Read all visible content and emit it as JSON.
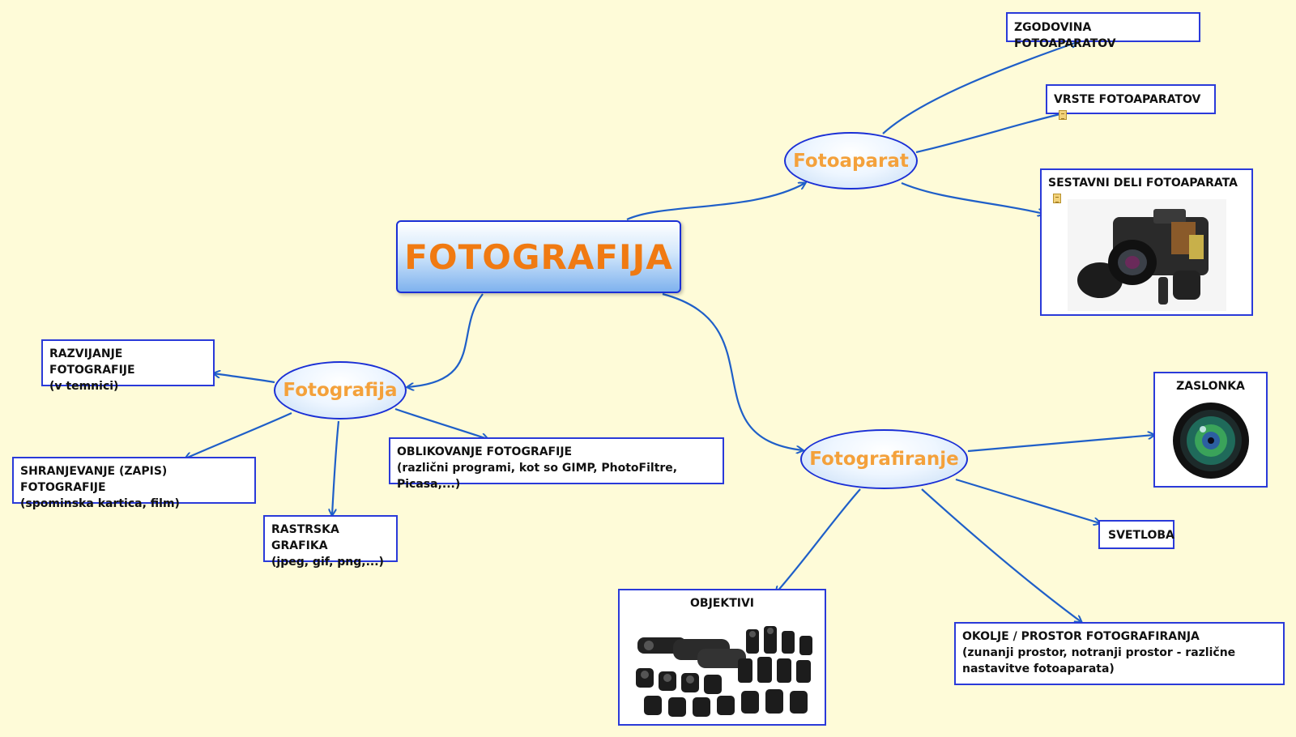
{
  "central": {
    "title": "FOTOGRAFIJA"
  },
  "branches": {
    "fotoaparat": {
      "label": "Fotoaparat",
      "children": {
        "zgodovina": {
          "title": "ZGODOVINA FOTOAPARATOV"
        },
        "vrste": {
          "title": "VRSTE FOTOAPARATOV"
        },
        "sestavni": {
          "title": "SESTAVNI DELI FOTOAPARATA"
        }
      }
    },
    "fotografija": {
      "label": "Fotografija",
      "children": {
        "razvijanje": {
          "title": "RAZVIJANJE FOTOGRAFIJE",
          "subtitle": "(v temnici)"
        },
        "shranjevanje": {
          "title": "SHRANJEVANJE (ZAPIS) FOTOGRAFIJE",
          "subtitle": "(spominska kartica, film)"
        },
        "rastrska": {
          "title": "RASTRSKA GRAFIKA",
          "subtitle": "(jpeg, gif, png,...)"
        },
        "oblikovanje": {
          "title": "OBLIKOVANJE FOTOGRAFIJE",
          "subtitle": "(različni programi, kot so GIMP, PhotoFiltre, Picasa,...)"
        }
      }
    },
    "fotografiranje": {
      "label": "Fotografiranje",
      "children": {
        "zaslonka": {
          "title": "ZASLONKA"
        },
        "svetloba": {
          "title": "SVETLOBA"
        },
        "objektivi": {
          "title": "OBJEKTIVI"
        },
        "okolje": {
          "title": "OKOLJE / PROSTOR FOTOGRAFIRANJA",
          "subtitle": "(zunanji prostor, notranji prostor - različne nastavitve fotoaparata)"
        }
      }
    }
  },
  "icons": {
    "note": "note-icon"
  },
  "colors": {
    "background": "#fefbd8",
    "connector": "#1f5fc8",
    "border": "#1a2fd6",
    "central_text": "#f07a12",
    "branch_text": "#f4a13b"
  }
}
